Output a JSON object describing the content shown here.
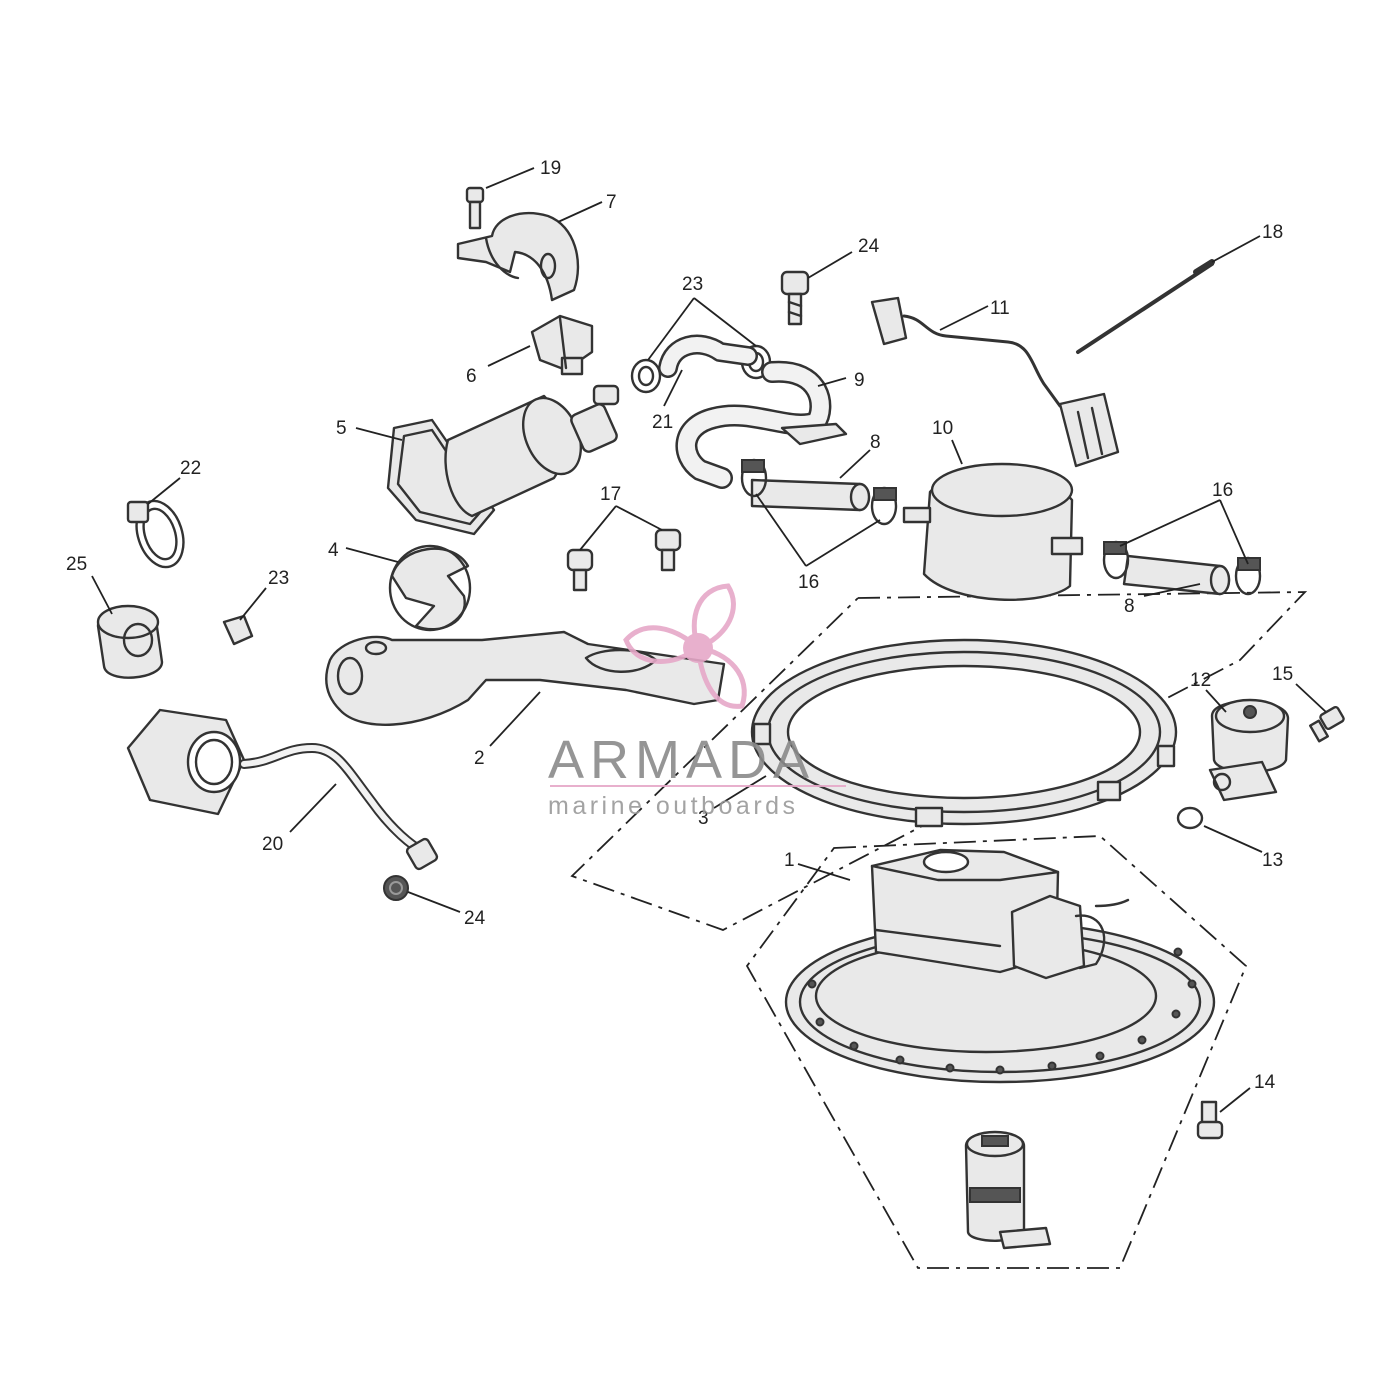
{
  "callouts": [
    "19",
    "7",
    "24",
    "18",
    "23",
    "6",
    "11",
    "9",
    "21",
    "5",
    "8",
    "10",
    "22",
    "17",
    "16",
    "4",
    "23",
    "25",
    "16",
    "8",
    "12",
    "15",
    "2",
    "3",
    "20",
    "13",
    "1",
    "24",
    "14"
  ],
  "watermark": {
    "word": "ARMADA",
    "tagline": "marine outboards",
    "logo": "propeller-logo-icon",
    "color": "#e6a8c8"
  }
}
